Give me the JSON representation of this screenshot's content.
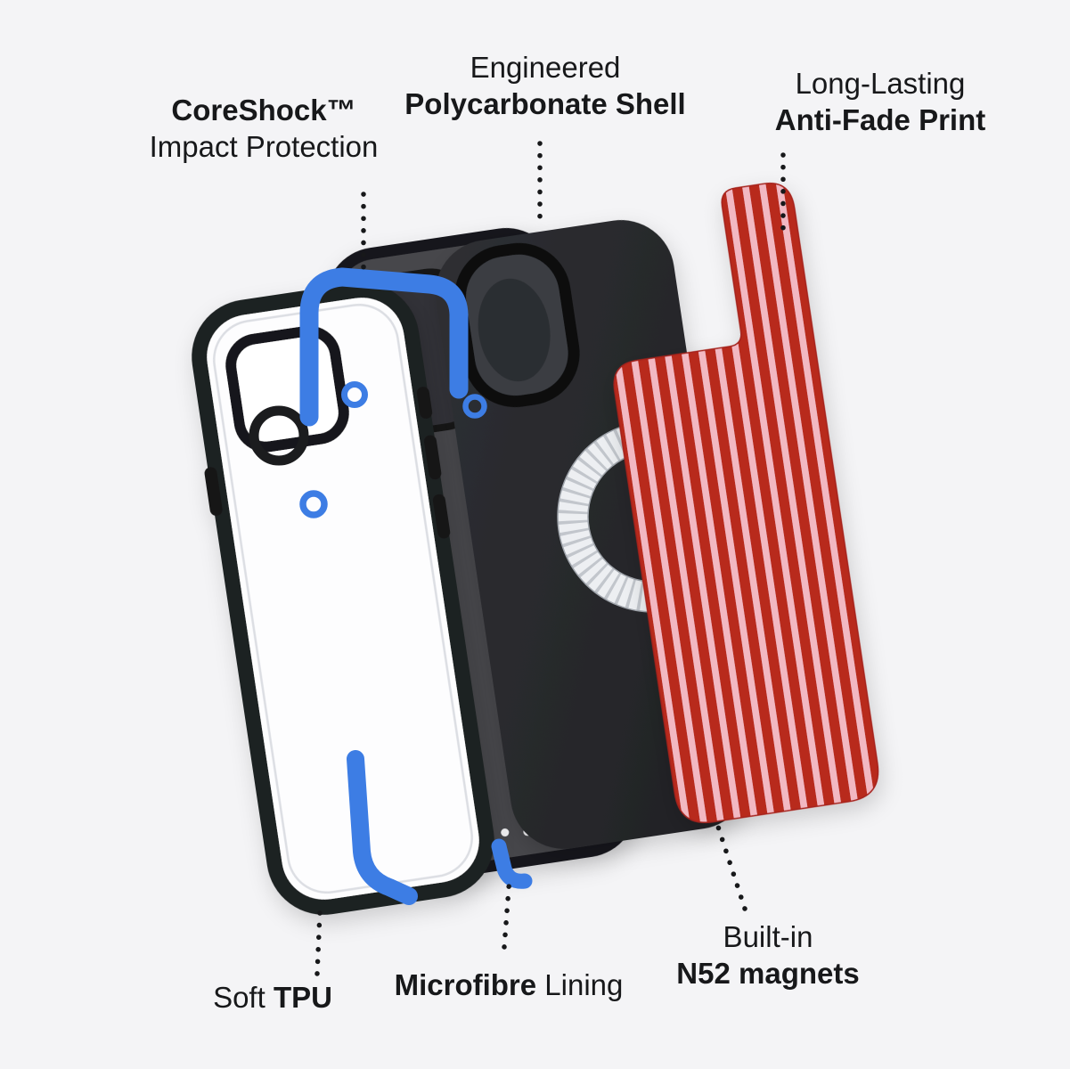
{
  "page": {
    "background_color": "#f4f4f6",
    "description_visible": false
  },
  "labels": {
    "coreshock": {
      "line1": "CoreShock™",
      "line2": "Impact Protection"
    },
    "polycarbonate": {
      "line1": "Engineered",
      "line2": "Polycarbonate Shell"
    },
    "antifade": {
      "line1": "Long-Lasting",
      "line2": "Anti-Fade Print"
    },
    "tpu": {
      "prefix": "Soft ",
      "emphasis": "TPU"
    },
    "microfibre": {
      "emphasis": "Microfibre",
      "suffix": " Lining"
    },
    "magnets": {
      "line1": "Built-in",
      "line2": "N52 magnets"
    }
  },
  "colors": {
    "accent_blue": "#3d7de4",
    "stripe_red": "#b8291f",
    "stripe_pink": "#f2b8c2",
    "case_black": "#27282b",
    "microfibre_gray": "#46474b",
    "magsafe_ring_light": "#edeff2",
    "leader_dot": "#17181a"
  },
  "icons": {
    "leader_lines": "dotted-leader-line",
    "magsafe": "magsafe-ring"
  }
}
